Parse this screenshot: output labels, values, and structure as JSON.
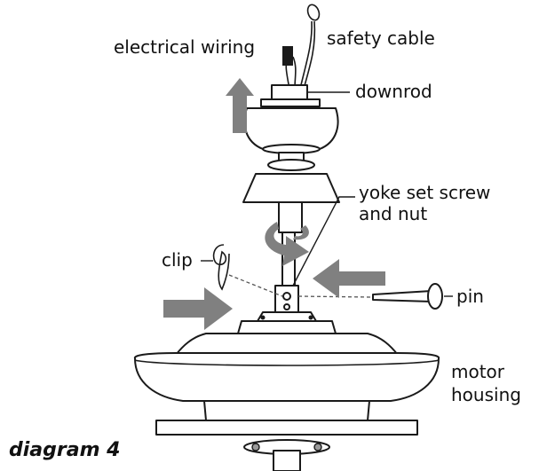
{
  "labels": {
    "electrical_wiring": "electrical wiring",
    "safety_cable": "safety cable",
    "downrod": "downrod",
    "yoke_line1": "yoke set screw",
    "yoke_line2": "and nut",
    "clip": "clip",
    "pin": "pin",
    "motor_line1": "motor",
    "motor_line2": "housing"
  },
  "caption": "diagram 4",
  "colors": {
    "arrow": "#808080",
    "line": "#1a1a1a"
  },
  "icons": {
    "up": "up-arrow-icon",
    "right": "right-arrow-icon",
    "left": "left-arrow-icon",
    "rotate": "rotate-arrow-icon"
  }
}
